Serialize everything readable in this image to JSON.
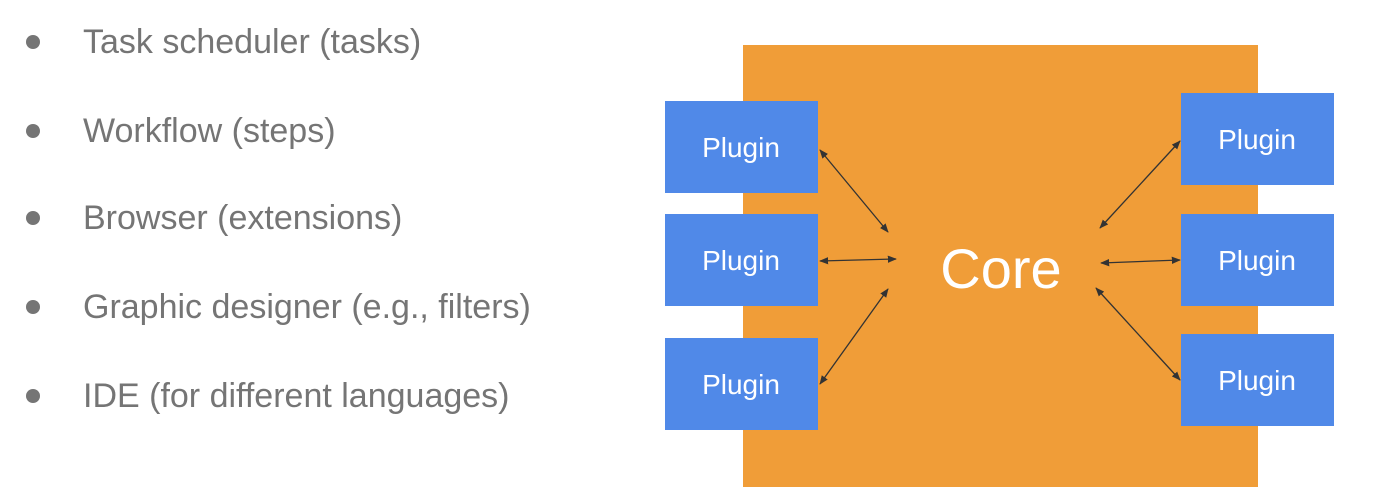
{
  "bullets": [
    "Task scheduler (tasks)",
    "Workflow (steps)",
    "Browser (extensions)",
    "Graphic designer (e.g., filters)",
    "IDE (for different languages)"
  ],
  "diagram": {
    "core_label": "Core",
    "plugins": [
      {
        "label": "Plugin"
      },
      {
        "label": "Plugin"
      },
      {
        "label": "Plugin"
      },
      {
        "label": "Plugin"
      },
      {
        "label": "Plugin"
      },
      {
        "label": "Plugin"
      }
    ]
  },
  "colors": {
    "core": "#f09d38",
    "plugin": "#5089e8",
    "bullet_text": "#757575",
    "arrow": "#333333"
  }
}
